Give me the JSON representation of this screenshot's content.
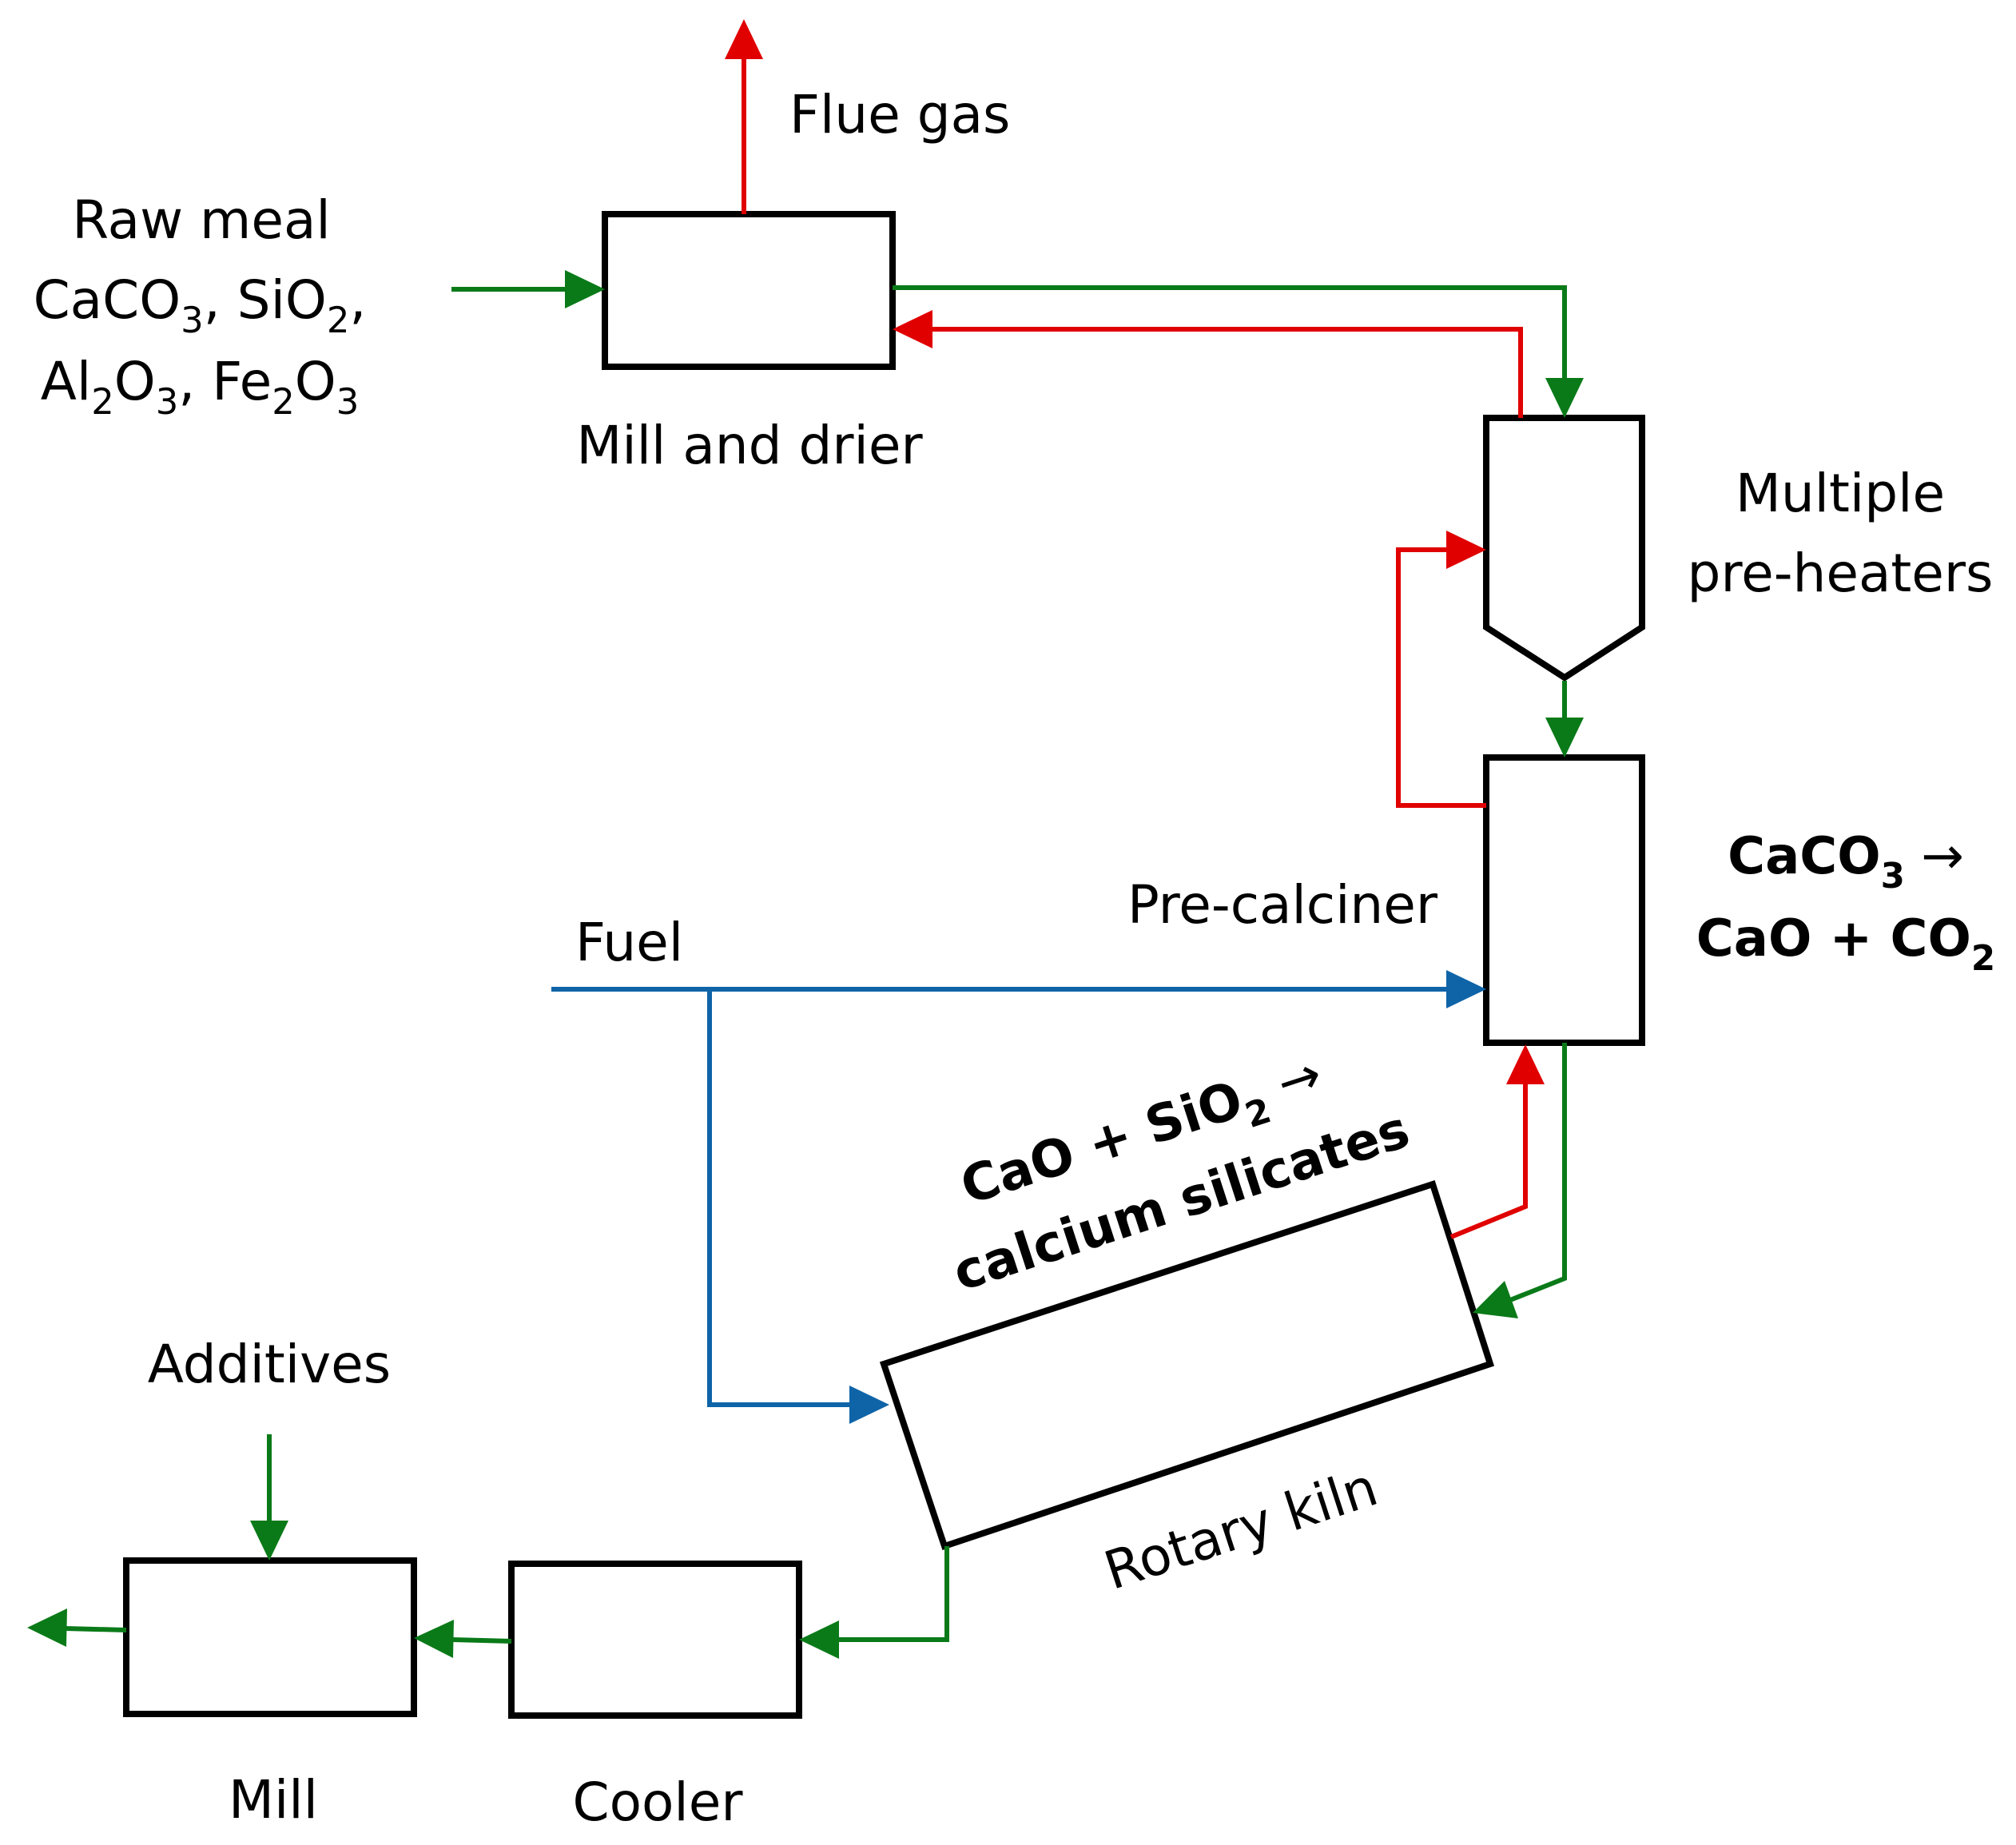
{
  "colors": {
    "material": "#0a7a18",
    "gas": "#e00000",
    "fuel": "#0f64a8",
    "box": "#000000"
  },
  "labels": {
    "flue_gas": "Flue gas",
    "raw_meal": "Raw meal",
    "raw_meal_line2": {
      "p1": "CaCO",
      "s1": "3",
      "p2": ", SiO",
      "s2": "2",
      "p3": ","
    },
    "raw_meal_line3": {
      "p1": "Al",
      "s1": "2",
      "p2": "O",
      "s2": "3",
      "p3": ", Fe",
      "s3": "2",
      "p4": "O",
      "s4": "3"
    },
    "mill_and_drier": "Mill and drier",
    "preheaters_line1": "Multiple",
    "preheaters_line2": "pre-heaters",
    "precalciner": "Pre-calciner",
    "fuel": "Fuel",
    "calcination_line1": {
      "p1": "CaCO",
      "s1": "3",
      "p2": " →"
    },
    "calcination_line2": {
      "p1": "CaO + CO",
      "s1": "2"
    },
    "kiln_reaction_line1": {
      "p1": "CaO + SiO",
      "s1": "2",
      "p2": " →"
    },
    "kiln_reaction_line2": "calcium silicates",
    "rotary_kiln": "Rotary kiln",
    "additives": "Additives",
    "mill": "Mill",
    "cooler": "Cooler"
  }
}
